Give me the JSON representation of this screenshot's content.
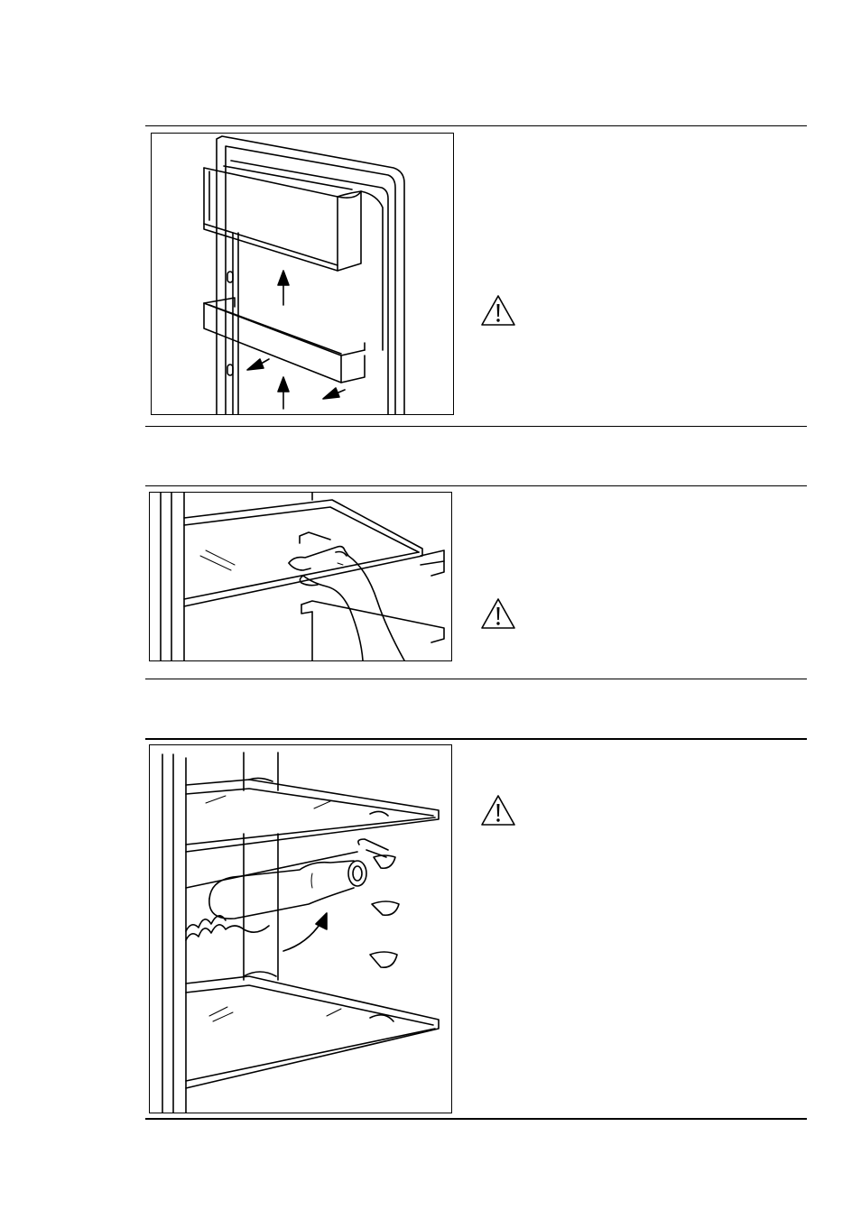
{
  "sections": [
    {
      "figure_icon": "door-balconies-illustration",
      "warning_icon": "warning-triangle-icon"
    },
    {
      "figure_icon": "glass-shelf-illustration",
      "warning_icon": "warning-triangle-icon"
    },
    {
      "figure_icon": "bottle-rack-illustration",
      "warning_icon": "warning-triangle-icon"
    }
  ],
  "colors": {
    "line": "#000000",
    "background": "#ffffff"
  }
}
